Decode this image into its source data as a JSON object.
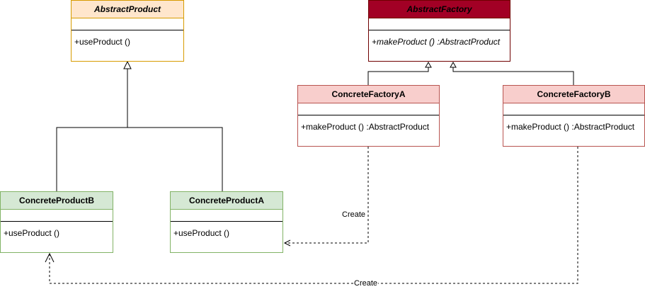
{
  "classes": {
    "abstract_product": {
      "name": "AbstractProduct",
      "op": "+useProduct ()"
    },
    "abstract_factory": {
      "name": "AbstractFactory",
      "op": "+makeProduct () :AbstractProduct"
    },
    "concrete_factory_a": {
      "name": "ConcreteFactoryA",
      "op": "+makeProduct () :AbstractProduct"
    },
    "concrete_factory_b": {
      "name": "ConcreteFactoryB",
      "op": "+makeProduct () :AbstractProduct"
    },
    "concrete_product_b": {
      "name": "ConcreteProductB",
      "op": "+useProduct ()"
    },
    "concrete_product_a": {
      "name": "ConcreteProductA",
      "op": "+useProduct ()"
    }
  },
  "edges": {
    "create_a": "Create",
    "create_b": "Create"
  },
  "colors": {
    "abstract_product_fill": "#ffe6cc",
    "abstract_product_stroke": "#d79b00",
    "abstract_factory_fill": "#a20025",
    "abstract_factory_stroke": "#6f0000",
    "concrete_factory_fill": "#f8cecc",
    "concrete_factory_stroke": "#b85450",
    "concrete_product_fill": "#d5e8d4",
    "concrete_product_stroke": "#82b366"
  }
}
